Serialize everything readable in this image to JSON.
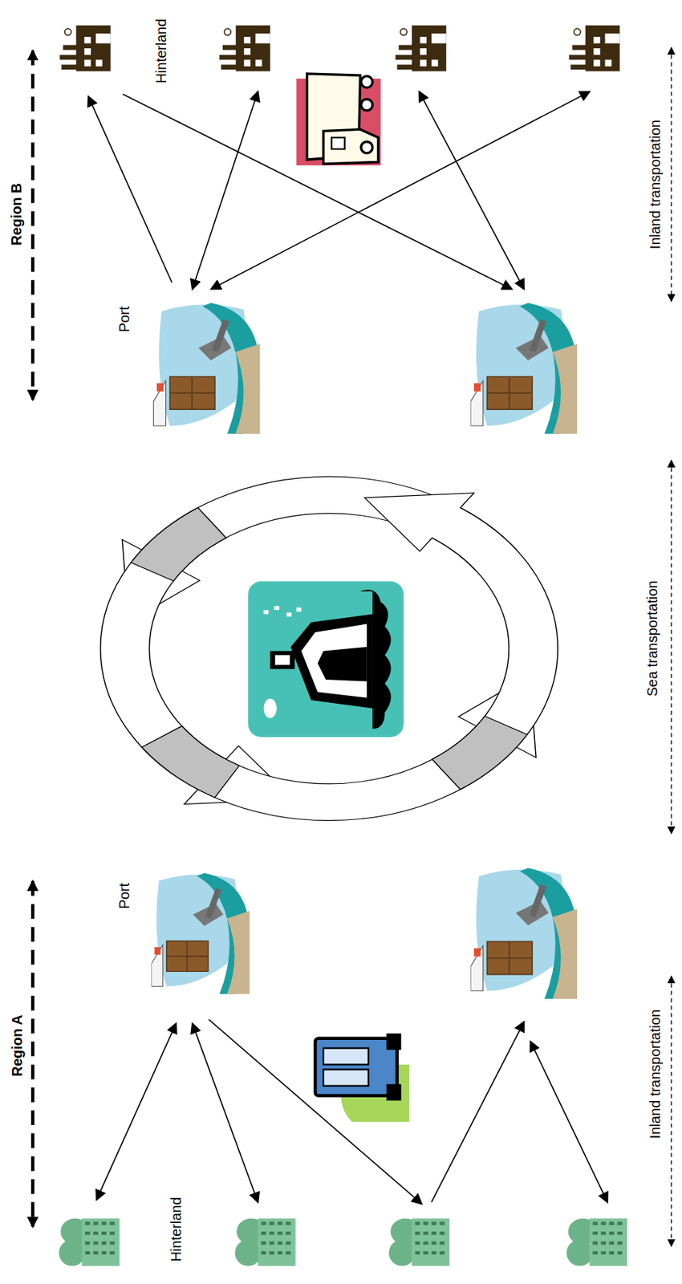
{
  "diagram": {
    "labels": [
      "Region B",
      "Hinterland",
      "Port",
      "Inland transportation",
      "Sea transportation",
      "Port",
      "Region A",
      "Hinterland",
      "Inland transportation"
    ]
  }
}
